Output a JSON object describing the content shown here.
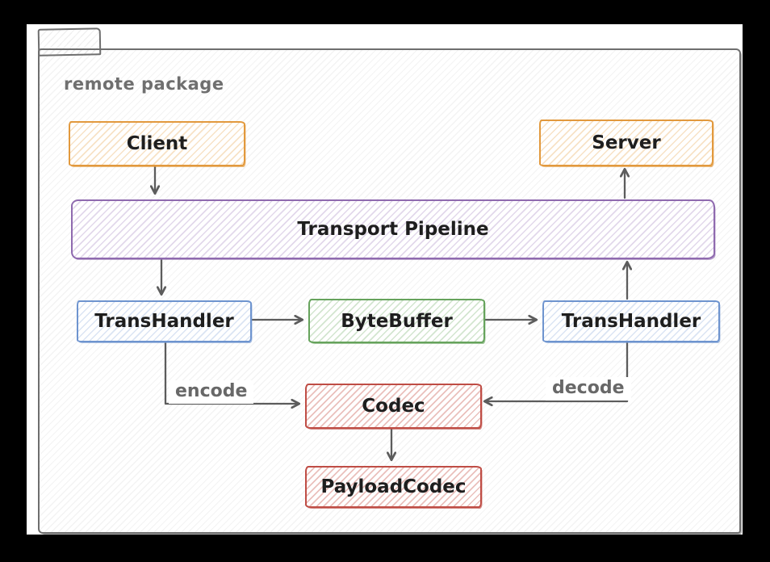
{
  "package": {
    "label": "remote package"
  },
  "nodes": [
    {
      "id": "client",
      "label": "Client",
      "color": "#e2993d"
    },
    {
      "id": "server",
      "label": "Server",
      "color": "#e2993d"
    },
    {
      "id": "transport-pipeline",
      "label": "Transport Pipeline",
      "color": "#8f6aaf"
    },
    {
      "id": "transhandler-client",
      "label": "TransHandler",
      "color": "#6e94cf"
    },
    {
      "id": "bytebuffer",
      "label": "ByteBuffer",
      "color": "#66a35c"
    },
    {
      "id": "transhandler-server",
      "label": "TransHandler",
      "color": "#6e94cf"
    },
    {
      "id": "codec",
      "label": "Codec",
      "color": "#bf4d45"
    },
    {
      "id": "payloadcodec",
      "label": "PayloadCodec",
      "color": "#bf4d45"
    }
  ],
  "edges": [
    {
      "from": "client",
      "to": "transport-pipeline",
      "label": ""
    },
    {
      "from": "transport-pipeline",
      "to": "transhandler-client",
      "label": ""
    },
    {
      "from": "transhandler-client",
      "to": "bytebuffer",
      "label": ""
    },
    {
      "from": "bytebuffer",
      "to": "transhandler-server",
      "label": ""
    },
    {
      "from": "transhandler-server",
      "to": "transport-pipeline",
      "label": ""
    },
    {
      "from": "transport-pipeline",
      "to": "server",
      "label": ""
    },
    {
      "from": "transhandler-client",
      "to": "codec",
      "label": "encode"
    },
    {
      "from": "transhandler-server",
      "to": "codec",
      "label": "decode"
    },
    {
      "from": "codec",
      "to": "payloadcodec",
      "label": ""
    }
  ],
  "colors": {
    "frame": "#000000",
    "canvas": "#ffffff",
    "outline": "#6e6e6e",
    "arrow": "#5c5c5c",
    "node_text": "#1e1e1e",
    "muted_text": "#6f6f6f"
  }
}
